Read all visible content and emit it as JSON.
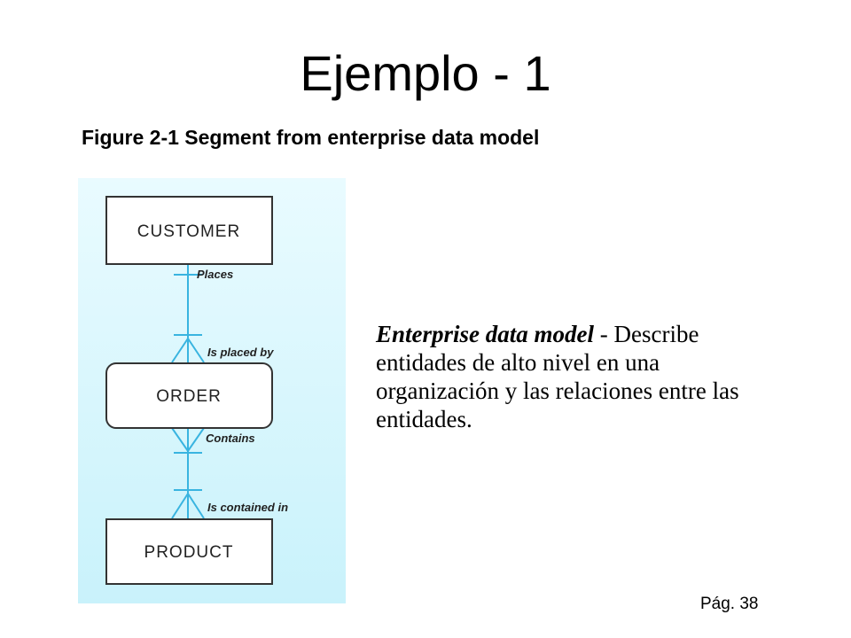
{
  "slide": {
    "title": "Ejemplo - 1",
    "figure_caption": "Figure 2-1 Segment from enterprise data model",
    "page_number": "Pág. 38"
  },
  "description": {
    "term": "Enterprise data model",
    "separator": " - ",
    "text": "Describe entidades de alto nivel en una organización y las relaciones entre las entidades."
  },
  "diagram": {
    "entities": [
      {
        "label": "CUSTOMER"
      },
      {
        "label": "ORDER"
      },
      {
        "label": "PRODUCT"
      }
    ],
    "relationships": [
      {
        "forward": "Places",
        "backward": "Is placed by"
      },
      {
        "forward": "Contains",
        "backward": "Is contained in"
      }
    ],
    "colors": {
      "panel_background_top": "#e9fbff",
      "panel_background_bottom": "#c9f2fb",
      "connector": "#39b4e0",
      "entity_border": "#333333",
      "entity_fill": "#ffffff"
    }
  }
}
